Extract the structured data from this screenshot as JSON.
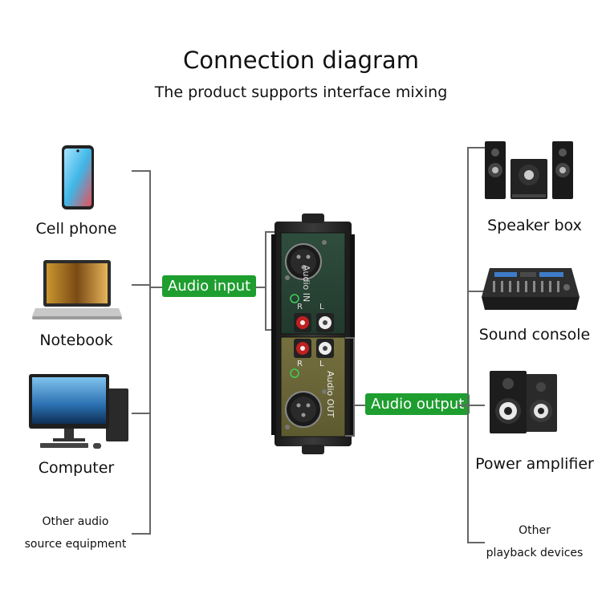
{
  "header": {
    "title": "Connection diagram",
    "subtitle": "The product supports interface mixing"
  },
  "sources": [
    {
      "label": "Cell phone",
      "icon": "phone-icon"
    },
    {
      "label": "Notebook",
      "icon": "laptop-icon"
    },
    {
      "label": "Computer",
      "icon": "desktop-icon"
    },
    {
      "label_line1": "Other audio",
      "label_line2": "source equipment"
    }
  ],
  "outputs": [
    {
      "label": "Speaker box",
      "icon": "speaker-system-icon"
    },
    {
      "label": "Sound console",
      "icon": "mixing-console-icon"
    },
    {
      "label": "Power amplifier",
      "icon": "studio-monitor-icon"
    },
    {
      "label_line1": "Other",
      "label_line2": "playback devices"
    }
  ],
  "badges": {
    "input": "Audio input",
    "output": "Audio output"
  },
  "device": {
    "top_label": "Audio IN",
    "bottom_label": "Audio OUT",
    "jack_l": "L",
    "jack_r": "R",
    "colors": {
      "top_panel": "#2d4a3a",
      "bottom_panel": "#6e6a3a",
      "accent": "#1e9e2f"
    }
  }
}
